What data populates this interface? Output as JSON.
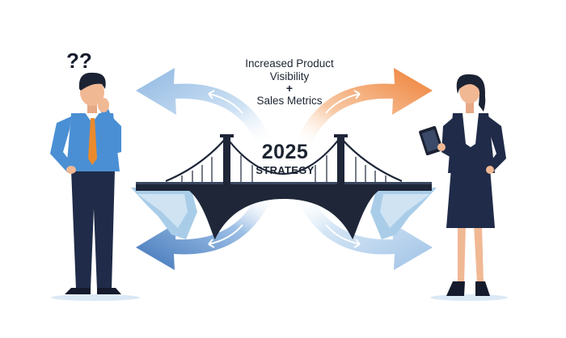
{
  "caption": {
    "line1": "Increased Product",
    "line2": "Visibility",
    "plus": "+",
    "line3": "Sales Metrics"
  },
  "bridge_label": {
    "year": "2025",
    "word": "STRATEGY"
  },
  "icons": {
    "question_marks": "question-marks-icon",
    "tablet": "tablet-icon"
  },
  "colors": {
    "arrow_blue_light": "#b9d4ee",
    "arrow_blue_dark": "#3f74b8",
    "arrow_orange": "#ee7f35",
    "bridge_navy": "#1e2638",
    "cliff_blue": "#a9cde8",
    "man_shirt": "#4a8fd4",
    "man_tie": "#ea8a2c",
    "suit_navy": "#1f2b48"
  }
}
